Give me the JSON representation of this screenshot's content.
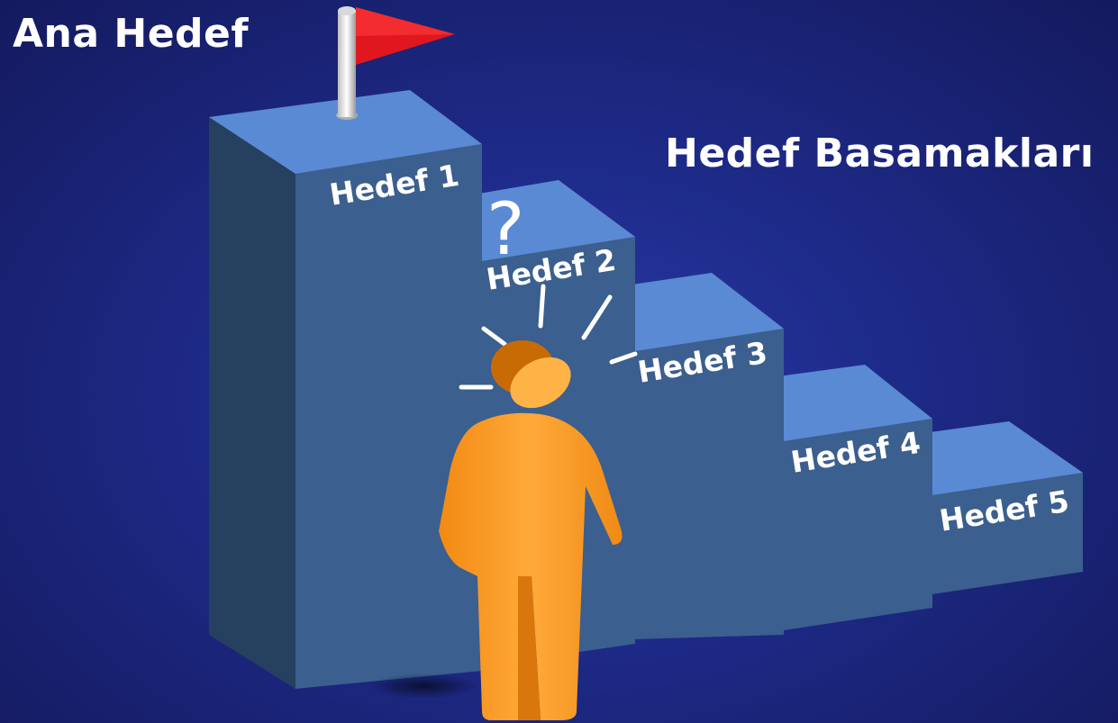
{
  "title": "Ana Hedef",
  "subtitle": "Hedef Basamakları",
  "steps": [
    {
      "label": "Hedef 1"
    },
    {
      "label": "Hedef 2"
    },
    {
      "label": "Hedef 3"
    },
    {
      "label": "Hedef 4"
    },
    {
      "label": "Hedef 5"
    }
  ],
  "question_mark": "?",
  "colors": {
    "background": "#1e2b8a",
    "step_top": "#5b8ad4",
    "step_front": "#3b5f8e",
    "step_side": "#26405f",
    "flag": "#e0171f",
    "person": "#f7931e"
  },
  "icons": [
    "flag-icon",
    "person-icon"
  ]
}
